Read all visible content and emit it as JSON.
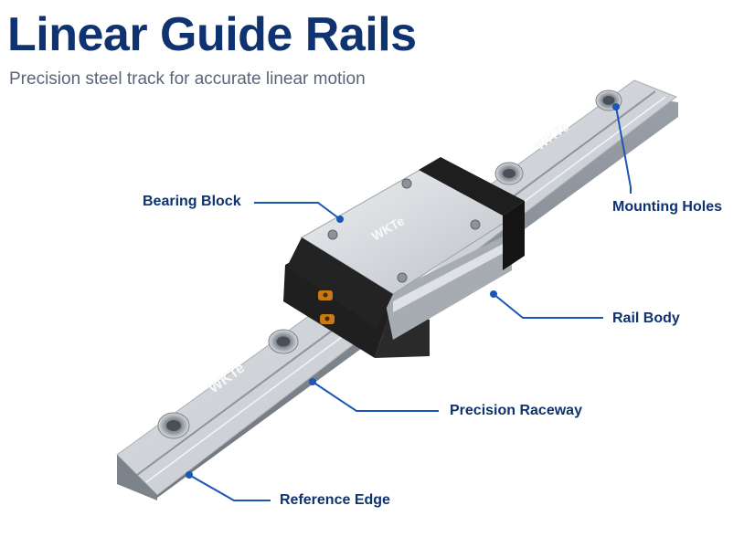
{
  "header": {
    "title": "Linear Guide Rails",
    "subtitle": "Precision steel track for accurate linear motion"
  },
  "brand_mark": "WKTe",
  "callouts": {
    "bearing_block": "Bearing Block",
    "mounting_holes": "Mounting Holes",
    "rail_body": "Rail Body",
    "precision_raceway": "Precision Raceway",
    "reference_edge": "Reference Edge"
  },
  "colors": {
    "title": "#0f3270",
    "accent": "#1a56b8",
    "subtitle": "#5a6578",
    "steel": "#c9cdd2",
    "seal": "#1c1c1c",
    "grease_nipple": "#c97a12"
  }
}
